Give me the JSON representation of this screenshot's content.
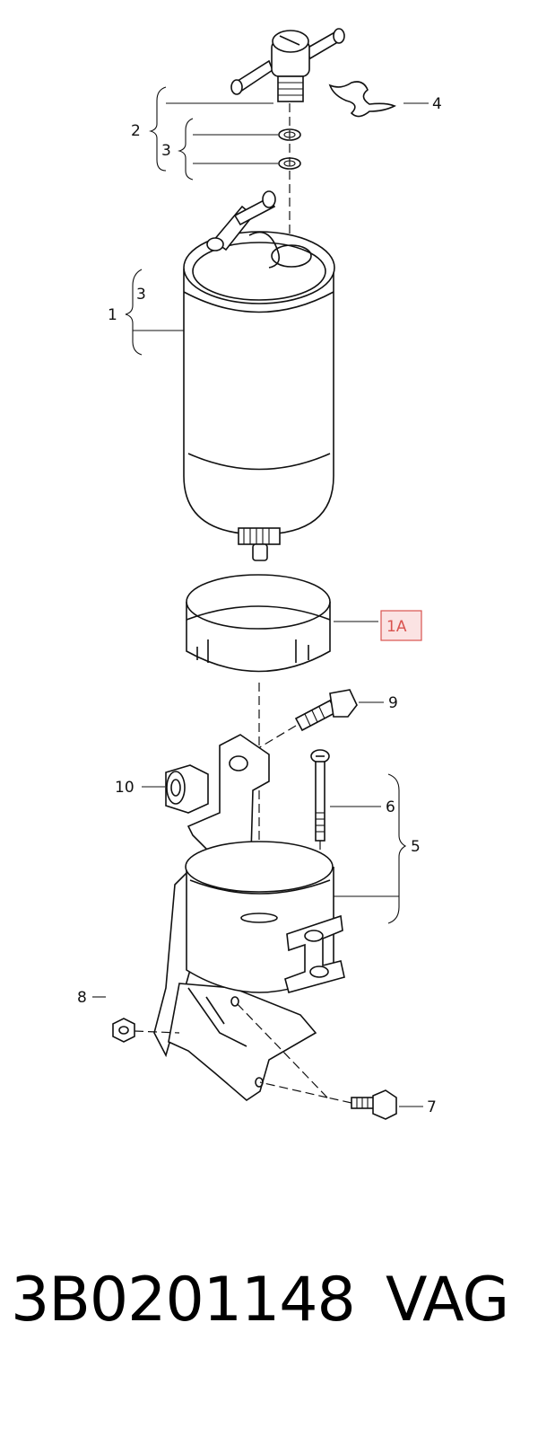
{
  "diagram": {
    "labels": {
      "l1": "1",
      "l2": "2",
      "l3a": "3",
      "l3b": "3",
      "l4": "4",
      "l5": "5",
      "l6": "6",
      "l7": "7",
      "l8": "8",
      "l9": "9",
      "l10": "10",
      "l1a": "1A"
    },
    "highlight_color": "#d9534f"
  },
  "footer": {
    "part_number": "3B0201148",
    "brand": "VAG"
  }
}
